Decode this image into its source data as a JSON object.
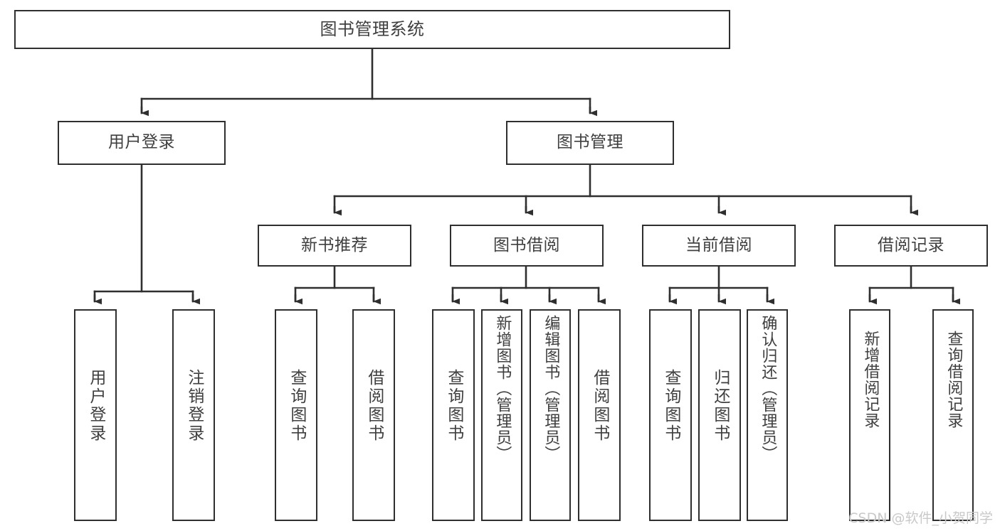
{
  "diagram": {
    "type": "tree-hierarchy",
    "title": "图书管理系统",
    "background_color": "#ffffff",
    "line_color": "#2f2f2f",
    "text_color": "#3f3f3f",
    "root": {
      "label": "图书管理系统"
    },
    "level2": [
      {
        "label": "用户登录"
      },
      {
        "label": "图书管理"
      }
    ],
    "level3": [
      {
        "label": "新书推荐"
      },
      {
        "label": "图书借阅"
      },
      {
        "label": "当前借阅"
      },
      {
        "label": "借阅记录"
      }
    ],
    "leaves": {
      "user_login": [
        {
          "label": "用户登录"
        },
        {
          "label": "注销登录"
        }
      ],
      "new_book_recommend": [
        {
          "label": "查询图书"
        },
        {
          "label": "借阅图书"
        }
      ],
      "book_borrow": [
        {
          "label": "查询图书"
        },
        {
          "label": "新增图书（管理员）"
        },
        {
          "label": "编辑图书（管理员）"
        },
        {
          "label": "借阅图书"
        }
      ],
      "current_borrow": [
        {
          "label": "查询图书"
        },
        {
          "label": "归还图书"
        },
        {
          "label": "确认归还（管理员）"
        }
      ],
      "borrow_record": [
        {
          "label": "新增借阅记录"
        },
        {
          "label": "查询借阅记录"
        }
      ]
    }
  },
  "watermark": {
    "text": "CSDN @软件_小贺同学"
  }
}
